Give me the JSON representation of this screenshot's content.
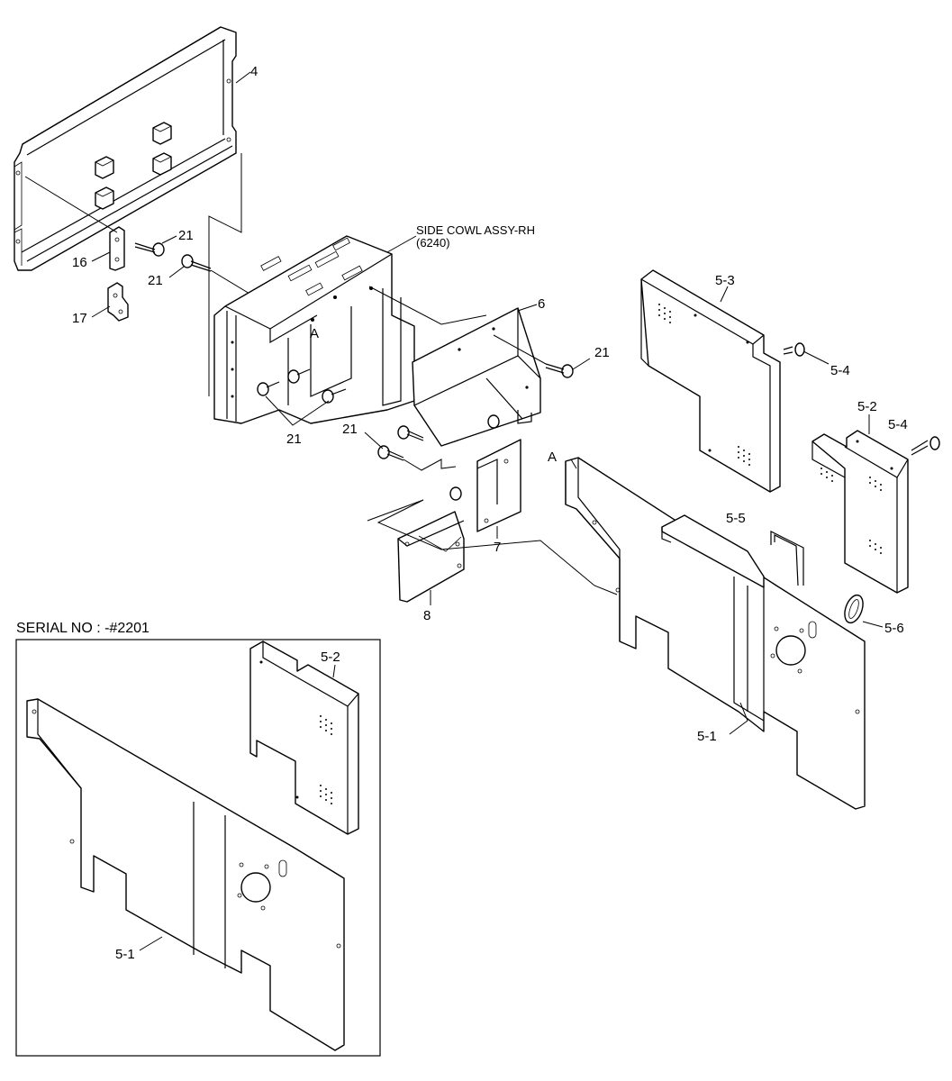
{
  "callouts": {
    "c4": "4",
    "c16": "16",
    "c17": "17",
    "c21a": "21",
    "c21b": "21",
    "c21c": "21",
    "c21d": "21",
    "c21e": "21",
    "c6": "6",
    "c7": "7",
    "c8": "8",
    "cA1": "A",
    "cA2": "A",
    "c53": "5-3",
    "c54a": "5-4",
    "c52a": "5-2",
    "c54b": "5-4",
    "c55": "5-5",
    "c56": "5-6",
    "c51a": "5-1",
    "c52b": "5-2",
    "c51b": "5-1"
  },
  "assembly": {
    "name": "SIDE COWL ASSY-RH",
    "code": "(6240)"
  },
  "inset": {
    "serial": "SERIAL NO : -#2201"
  }
}
